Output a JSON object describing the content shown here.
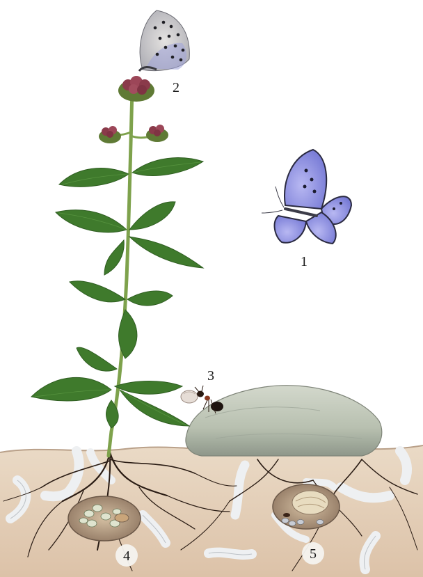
{
  "labels": {
    "butterfly_flying": "1",
    "butterfly_on_flower": "2",
    "ant": "3",
    "ant_nest_larvae": "4",
    "pupa_chamber": "5"
  },
  "colors": {
    "soil": "#e6d2bd",
    "root": "#2a1c14",
    "stem": "#7ea24c",
    "leaf": "#3f7a2c",
    "flower": "#8a3a4a",
    "butterfly_blue": "#8b8fe0",
    "stone": "#c3cabb",
    "tunnel": "#eef0f2"
  }
}
